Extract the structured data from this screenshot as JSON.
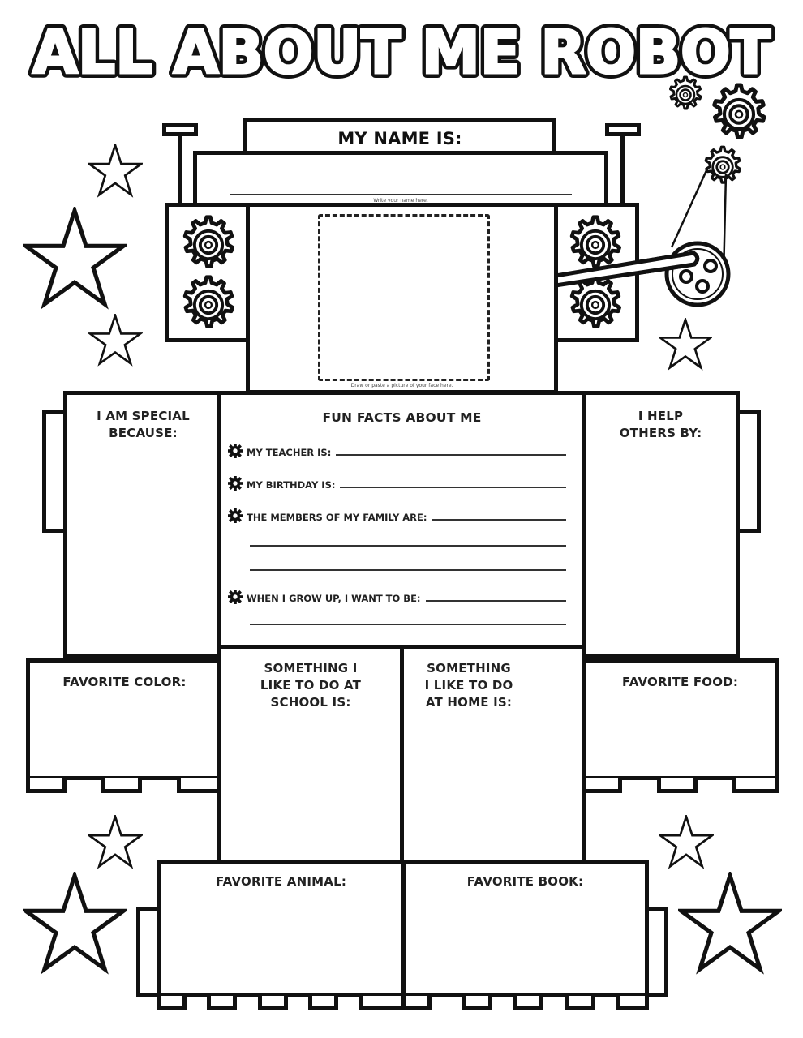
{
  "title": "ALL ABOUT ME ROBOT",
  "name_section": {
    "label": "MY NAME IS:",
    "hint": "Write your name here."
  },
  "face_section": {
    "hint": "Draw or paste a picture of your face here."
  },
  "left_panel": {
    "label": "I AM SPECIAL\nBECAUSE:"
  },
  "right_panel": {
    "label": "I HELP\nOTHERS BY:"
  },
  "fun_facts": {
    "heading": "FUN FACTS ABOUT ME",
    "items": [
      {
        "label": "MY TEACHER IS:",
        "extra_lines": 0
      },
      {
        "label": "MY BIRTHDAY IS:",
        "extra_lines": 0
      },
      {
        "label": "THE MEMBERS OF MY FAMILY ARE:",
        "extra_lines": 2
      },
      {
        "label": "WHEN I GROW UP, I WANT TO BE:",
        "extra_lines": 1
      }
    ],
    "bullet_icon": "gear-icon"
  },
  "middle_row": {
    "favorite_color": "FAVORITE COLOR:",
    "school": "SOMETHING I\nLIKE TO DO AT\nSCHOOL IS:",
    "home": "SOMETHING\nI LIKE TO DO\nAT HOME IS:",
    "favorite_food": "FAVORITE FOOD:"
  },
  "bottom_row": {
    "favorite_animal": "FAVORITE ANIMAL:",
    "favorite_book": "FAVORITE BOOK:"
  },
  "decorations": {
    "stars": 8,
    "gears": [
      "gear-icon",
      "gear-icon",
      "gear-icon",
      "gear-icon",
      "gear-icon",
      "gear-icon",
      "gear-icon"
    ],
    "pulley": "pulley-icon"
  },
  "colors": {
    "ink": "#111111",
    "paper": "#ffffff"
  }
}
